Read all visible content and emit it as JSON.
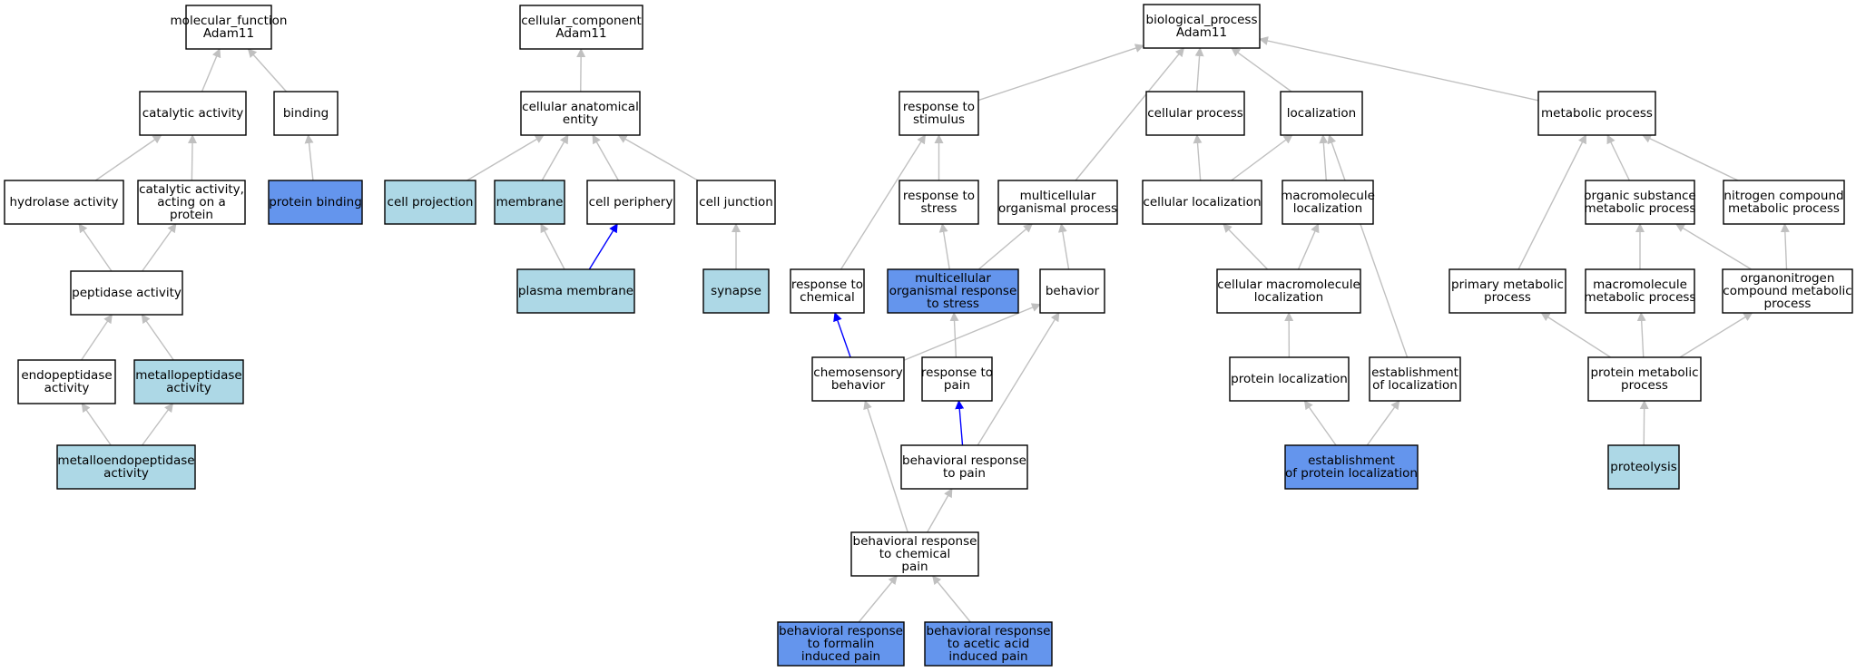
{
  "palette": {
    "white": "#ffffff",
    "light": "#add8e6",
    "medium": "#6495ed",
    "edge_gray": "#c0c0c0",
    "edge_blue": "#0000ff"
  },
  "nodes": {
    "mf": {
      "label": [
        "molecular_function",
        "Adam11"
      ],
      "fill": "white"
    },
    "cat": {
      "label": [
        "catalytic activity"
      ],
      "fill": "white"
    },
    "bind": {
      "label": [
        "binding"
      ],
      "fill": "white"
    },
    "hyd": {
      "label": [
        "hydrolase activity"
      ],
      "fill": "white"
    },
    "catprot": {
      "label": [
        "catalytic activity,",
        "acting on a",
        "protein"
      ],
      "fill": "white"
    },
    "pbind": {
      "label": [
        "protein binding"
      ],
      "fill": "medium"
    },
    "pep": {
      "label": [
        "peptidase activity"
      ],
      "fill": "white"
    },
    "endo": {
      "label": [
        "endopeptidase",
        "activity"
      ],
      "fill": "white"
    },
    "metpep": {
      "label": [
        "metallopeptidase",
        "activity"
      ],
      "fill": "light"
    },
    "metendo": {
      "label": [
        "metalloendopeptidase",
        "activity"
      ],
      "fill": "light"
    },
    "cc": {
      "label": [
        "cellular_component",
        "Adam11"
      ],
      "fill": "white"
    },
    "cae": {
      "label": [
        "cellular anatomical",
        "entity"
      ],
      "fill": "white"
    },
    "cproj": {
      "label": [
        "cell projection"
      ],
      "fill": "light"
    },
    "memb": {
      "label": [
        "membrane"
      ],
      "fill": "light"
    },
    "cperi": {
      "label": [
        "cell periphery"
      ],
      "fill": "white"
    },
    "cjunc": {
      "label": [
        "cell junction"
      ],
      "fill": "white"
    },
    "pmemb": {
      "label": [
        "plasma membrane"
      ],
      "fill": "light"
    },
    "syn": {
      "label": [
        "synapse"
      ],
      "fill": "light"
    },
    "bp": {
      "label": [
        "biological_process",
        "Adam11"
      ],
      "fill": "white"
    },
    "rstim": {
      "label": [
        "response to",
        "stimulus"
      ],
      "fill": "white"
    },
    "cproc": {
      "label": [
        "cellular process"
      ],
      "fill": "white"
    },
    "loc": {
      "label": [
        "localization"
      ],
      "fill": "white"
    },
    "metab": {
      "label": [
        "metabolic process"
      ],
      "fill": "white"
    },
    "rstress": {
      "label": [
        "response to",
        "stress"
      ],
      "fill": "white"
    },
    "mop": {
      "label": [
        "multicellular",
        "organismal process"
      ],
      "fill": "white"
    },
    "cloc": {
      "label": [
        "cellular localization"
      ],
      "fill": "white"
    },
    "mmloc": {
      "label": [
        "macromolecule",
        "localization"
      ],
      "fill": "white"
    },
    "osmp": {
      "label": [
        "organic substance",
        "metabolic process"
      ],
      "fill": "white"
    },
    "ncmp": {
      "label": [
        "nitrogen compound",
        "metabolic process"
      ],
      "fill": "white"
    },
    "rchem": {
      "label": [
        "response to",
        "chemical"
      ],
      "fill": "white"
    },
    "morstress": {
      "label": [
        "multicellular",
        "organismal response",
        "to stress"
      ],
      "fill": "medium"
    },
    "behav": {
      "label": [
        "behavior"
      ],
      "fill": "white"
    },
    "cmmloc": {
      "label": [
        "cellular macromolecule",
        "localization"
      ],
      "fill": "white"
    },
    "pmp": {
      "label": [
        "primary metabolic",
        "process"
      ],
      "fill": "white"
    },
    "mmmp": {
      "label": [
        "macromolecule",
        "metabolic process"
      ],
      "fill": "white"
    },
    "oncmp": {
      "label": [
        "organonitrogen",
        "compound metabolic",
        "process"
      ],
      "fill": "white"
    },
    "chemo": {
      "label": [
        "chemosensory",
        "behavior"
      ],
      "fill": "white"
    },
    "rpain": {
      "label": [
        "response to",
        "pain"
      ],
      "fill": "white"
    },
    "ploc": {
      "label": [
        "protein localization"
      ],
      "fill": "white"
    },
    "estloc": {
      "label": [
        "establishment",
        "of localization"
      ],
      "fill": "white"
    },
    "protmp": {
      "label": [
        "protein metabolic",
        "process"
      ],
      "fill": "white"
    },
    "brpain": {
      "label": [
        "behavioral response",
        "to pain"
      ],
      "fill": "white"
    },
    "eploc": {
      "label": [
        "establishment",
        "of protein localization"
      ],
      "fill": "medium"
    },
    "prot": {
      "label": [
        "proteolysis"
      ],
      "fill": "light"
    },
    "brcp": {
      "label": [
        "behavioral response",
        "to chemical",
        "pain"
      ],
      "fill": "white"
    },
    "brfip": {
      "label": [
        "behavioral response",
        "to formalin",
        "induced pain"
      ],
      "fill": "medium"
    },
    "braaip": {
      "label": [
        "behavioral response",
        "to acetic acid",
        "induced pain"
      ],
      "fill": "medium"
    }
  },
  "edges": [
    [
      "cat",
      "mf",
      "gray"
    ],
    [
      "bind",
      "mf",
      "gray"
    ],
    [
      "hyd",
      "cat",
      "gray"
    ],
    [
      "catprot",
      "cat",
      "gray"
    ],
    [
      "pbind",
      "bind",
      "gray"
    ],
    [
      "pep",
      "hyd",
      "gray"
    ],
    [
      "pep",
      "catprot",
      "gray"
    ],
    [
      "endo",
      "pep",
      "gray"
    ],
    [
      "metpep",
      "pep",
      "gray"
    ],
    [
      "metendo",
      "endo",
      "gray"
    ],
    [
      "metendo",
      "metpep",
      "gray"
    ],
    [
      "cae",
      "cc",
      "gray"
    ],
    [
      "cproj",
      "cae",
      "gray"
    ],
    [
      "memb",
      "cae",
      "gray"
    ],
    [
      "cperi",
      "cae",
      "gray"
    ],
    [
      "cjunc",
      "cae",
      "gray"
    ],
    [
      "pmemb",
      "memb",
      "gray"
    ],
    [
      "pmemb",
      "cperi",
      "blue"
    ],
    [
      "syn",
      "cjunc",
      "gray"
    ],
    [
      "rstim",
      "bp",
      "gray"
    ],
    [
      "mop",
      "bp",
      "gray"
    ],
    [
      "cproc",
      "bp",
      "gray"
    ],
    [
      "loc",
      "bp",
      "gray"
    ],
    [
      "metab",
      "bp",
      "gray"
    ],
    [
      "rstress",
      "rstim",
      "gray"
    ],
    [
      "rchem",
      "rstim",
      "gray"
    ],
    [
      "morstress",
      "rstress",
      "gray"
    ],
    [
      "morstress",
      "mop",
      "gray"
    ],
    [
      "behav",
      "mop",
      "gray"
    ],
    [
      "chemo",
      "rchem",
      "blue"
    ],
    [
      "chemo",
      "behav",
      "gray"
    ],
    [
      "rpain",
      "morstress",
      "gray"
    ],
    [
      "brpain",
      "rpain",
      "blue"
    ],
    [
      "brpain",
      "behav",
      "gray"
    ],
    [
      "brcp",
      "chemo",
      "gray"
    ],
    [
      "brcp",
      "brpain",
      "gray"
    ],
    [
      "brfip",
      "brcp",
      "gray"
    ],
    [
      "braaip",
      "brcp",
      "gray"
    ],
    [
      "cloc",
      "cproc",
      "gray"
    ],
    [
      "cloc",
      "loc",
      "gray"
    ],
    [
      "mmloc",
      "loc",
      "gray"
    ],
    [
      "cmmloc",
      "cloc",
      "gray"
    ],
    [
      "cmmloc",
      "mmloc",
      "gray"
    ],
    [
      "ploc",
      "cmmloc",
      "gray"
    ],
    [
      "estloc",
      "loc",
      "gray"
    ],
    [
      "eploc",
      "ploc",
      "gray"
    ],
    [
      "eploc",
      "estloc",
      "gray"
    ],
    [
      "osmp",
      "metab",
      "gray"
    ],
    [
      "ncmp",
      "metab",
      "gray"
    ],
    [
      "pmp",
      "metab",
      "gray"
    ],
    [
      "mmmp",
      "osmp",
      "gray"
    ],
    [
      "oncmp",
      "osmp",
      "gray"
    ],
    [
      "oncmp",
      "ncmp",
      "gray"
    ],
    [
      "protmp",
      "pmp",
      "gray"
    ],
    [
      "protmp",
      "mmmp",
      "gray"
    ],
    [
      "protmp",
      "oncmp",
      "gray"
    ],
    [
      "prot",
      "protmp",
      "gray"
    ]
  ]
}
